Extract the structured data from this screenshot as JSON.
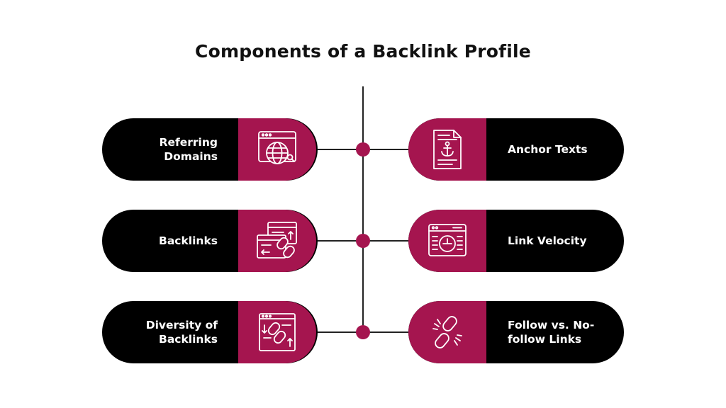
{
  "title": "Components of a Backlink Profile",
  "colors": {
    "accent": "#a5154f",
    "pill": "#000000",
    "line": "#222222"
  },
  "items": [
    {
      "label": "Referring Domains",
      "icon": "globe-browser-icon"
    },
    {
      "label": "Anchor Texts",
      "icon": "anchor-document-icon"
    },
    {
      "label": "Backlinks",
      "icon": "link-windows-icon"
    },
    {
      "label": "Link Velocity",
      "icon": "speed-gauge-browser-icon"
    },
    {
      "label": "Diversity of Backlinks",
      "icon": "chain-browser-icon"
    },
    {
      "label": "Follow vs. No-follow Links",
      "icon": "broken-link-icon"
    }
  ]
}
